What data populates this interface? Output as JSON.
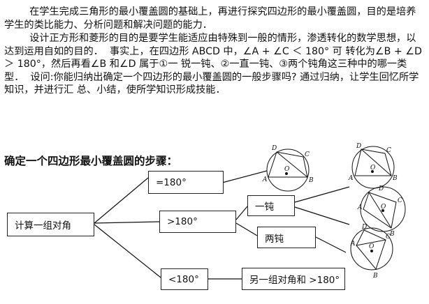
{
  "paragraph1": "        在学生完成三角形的最小覆盖圆的基础上，再进行探究四边形的最小覆盖圆，目的是培养学生的类比能力、分析问题和解决问题的能力．",
  "paragraph2": "        设计正方形和菱形的目的是要学生能适应由特殊到一般的情形，渗透转化的数学思想，以达到运用自如的目的．  事实上，在四边形 ABCD 中，∠A + ∠C ＜ 180° 可 转化为∠B + ∠D ＞ 180°，然后再看∠B 和∠D 属于①一 锐一钝、②一直一钝、③两个钝角这三种中的哪一类型．  设问:你能归纳出确定一个四边形的最小覆盖圆的一般步骤吗? 通过归纳，让学生回忆所学知识，并进行汇 总、小结，使所学知识形成技能．",
  "flowchart": {
    "title": "确定一个四边形最小覆盖圆的步骤：",
    "root_label": "计算一组对角",
    "eq_label": "=180°",
    "gt_label": ">180°",
    "lt_label": "<180°",
    "one_obtuse_label": "一钝",
    "two_obtuse_label": "两钝",
    "other_pair_label": "另一组对角和 >180°"
  },
  "figure_labels": {
    "a": "A",
    "b": "B",
    "c": "C",
    "d": "D",
    "o": "O"
  },
  "colors": {
    "line": "#111111",
    "background": "#ffffff"
  }
}
